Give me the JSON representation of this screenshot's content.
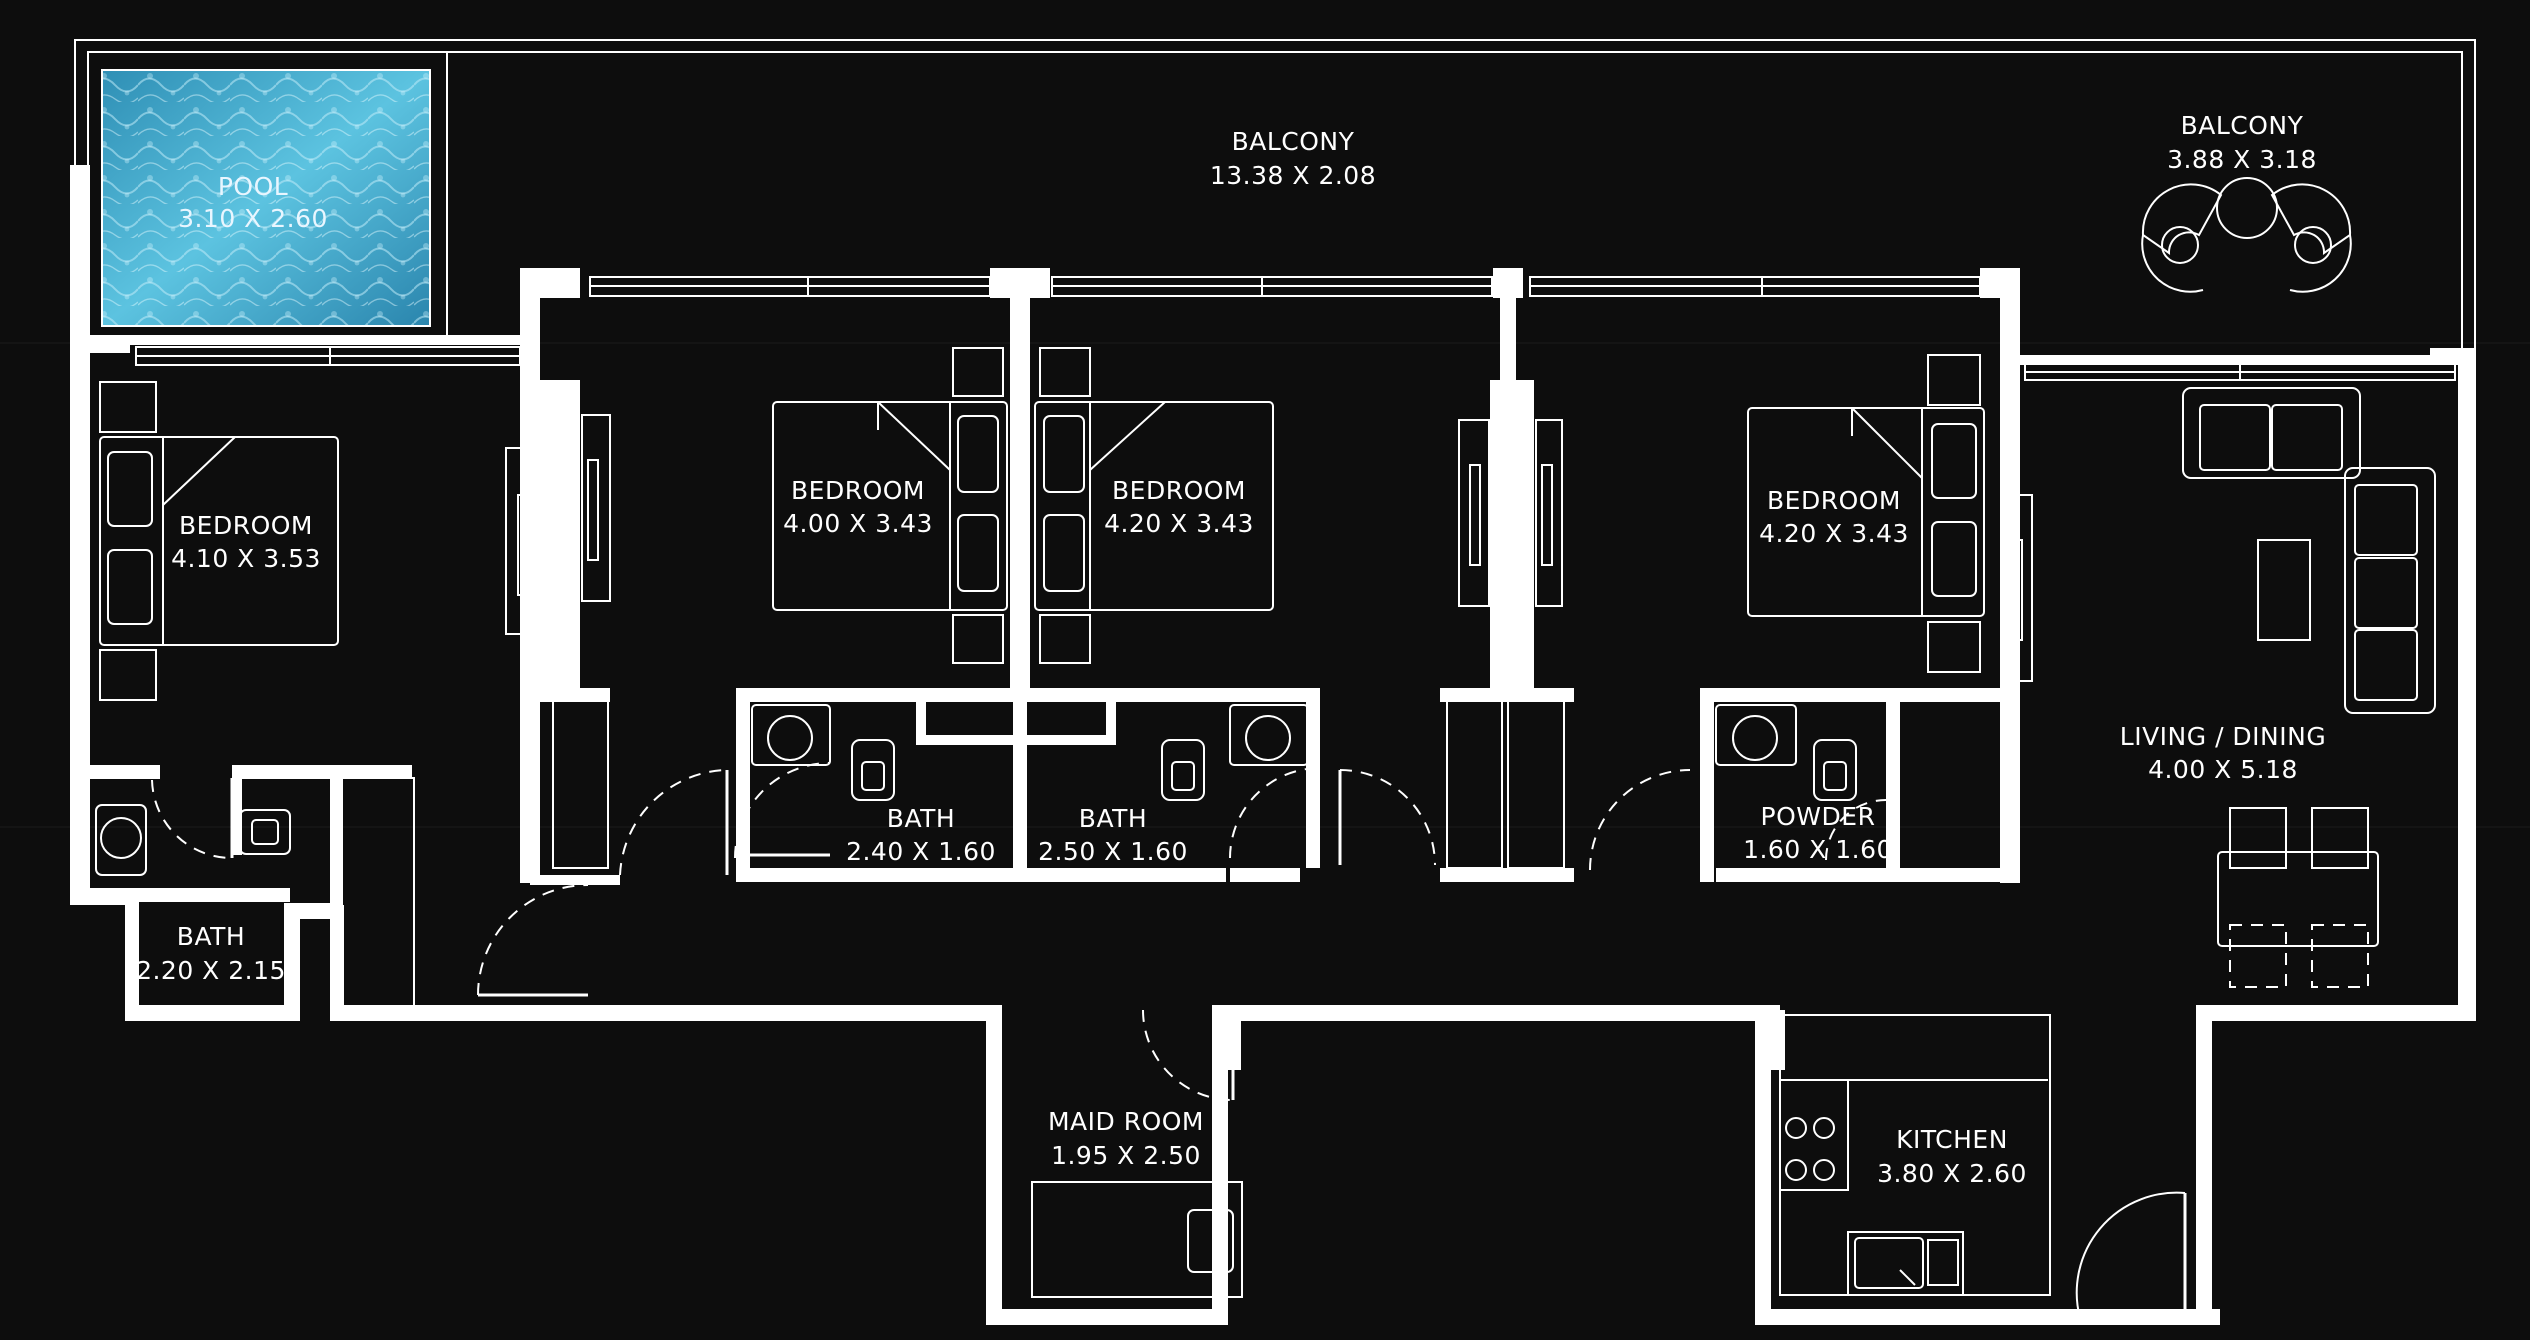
{
  "floor_plan": {
    "pool": {
      "name": "POOL",
      "dims": "3.10 X 2.60"
    },
    "balcony_main": {
      "name": "BALCONY",
      "dims": "13.38 X 2.08"
    },
    "balcony_side": {
      "name": "BALCONY",
      "dims": "3.88 X 3.18"
    },
    "bedroom_1": {
      "name": "BEDROOM",
      "dims": "4.10 X 3.53"
    },
    "bedroom_2": {
      "name": "BEDROOM",
      "dims": "4.00 X 3.43"
    },
    "bedroom_3": {
      "name": "BEDROOM",
      "dims": "4.20 X 3.43"
    },
    "bedroom_4": {
      "name": "BEDROOM",
      "dims": "4.20 X 3.43"
    },
    "bath_1": {
      "name": "BATH",
      "dims": "2.20 X 2.15"
    },
    "bath_2": {
      "name": "BATH",
      "dims": "2.40 X 1.60"
    },
    "bath_3": {
      "name": "BATH",
      "dims": "2.50 X 1.60"
    },
    "powder": {
      "name": "POWDER",
      "dims": "1.60 X 1.60"
    },
    "living_dining": {
      "name": "LIVING / DINING",
      "dims": "4.00 X 5.18"
    },
    "maid_room": {
      "name": "MAID ROOM",
      "dims": "1.95 X 2.50"
    },
    "kitchen": {
      "name": "KITCHEN",
      "dims": "3.80 X 2.60"
    }
  },
  "colors": {
    "background": "#0d0d0d",
    "lines": "#ffffff",
    "pool_water": "#3aa6c8"
  }
}
